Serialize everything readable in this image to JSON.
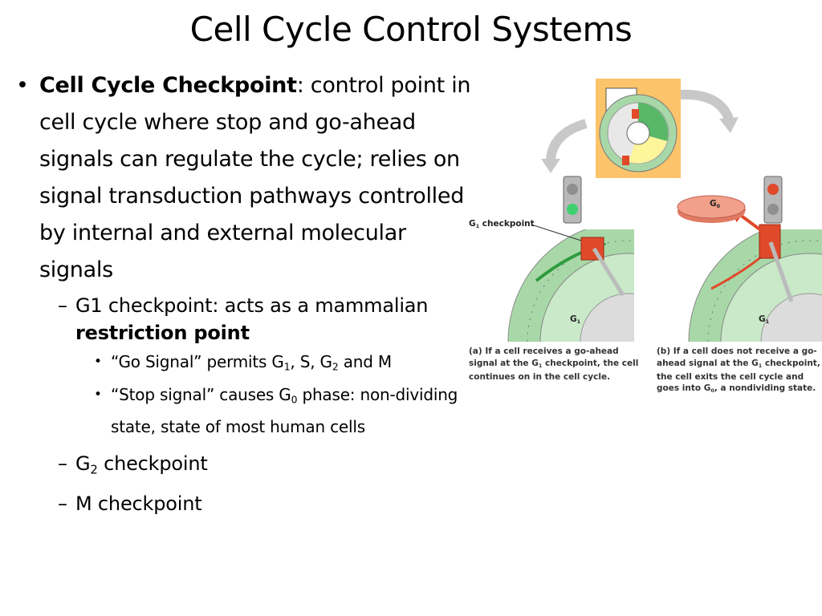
{
  "slide": {
    "title": "Cell Cycle Control Systems",
    "bullet": {
      "term": "Cell Cycle Checkpoint",
      "definition": ": control point in cell cycle where stop and go-ahead signals can regulate the cycle; relies on signal transduction pathways controlled by internal and external molecular signals"
    },
    "g1_checkpoint": {
      "text": "G1 checkpoint: acts as a mammalian ",
      "bold": "restriction point",
      "go_signal": {
        "pre": "“Go Signal” permits G",
        "s1": "1",
        "mid": ", S, G",
        "s2": "2",
        "post": " and M"
      },
      "stop_signal": {
        "pre": "“Stop signal” causes G",
        "s0": "0",
        "post": " phase: non-dividing state, state of most human cells"
      }
    },
    "g2_checkpoint": {
      "pre": "G",
      "sub": "2",
      "post": " checkpoint"
    },
    "m_checkpoint": "M checkpoint"
  },
  "figure": {
    "label_g1_checkpoint": {
      "pre": "G",
      "sub": "1",
      "post": " checkpoint"
    },
    "label_g0": {
      "pre": "G",
      "sub": "0"
    },
    "label_g1_left": {
      "pre": "G",
      "sub": "1"
    },
    "label_g1_right": {
      "pre": "G",
      "sub": "1"
    },
    "caption_a": {
      "pre": "(a) If a cell receives a go-ahead signal at the G",
      "sub": "1",
      "post": " checkpoint, the cell continues on in the cell cycle."
    },
    "caption_b": {
      "pre": "(b) If a cell does not receive a go-ahead signal at the G",
      "sub1": "1",
      "mid": " checkpoint, the cell exits the cell cycle and goes into G",
      "sub0": "0",
      "post": ", a nondividing state."
    }
  },
  "colors": {
    "ring_green": "#a8d8a8",
    "dark_green": "#2e9b3e",
    "checkpoint_red": "#e04a2a",
    "g0_disc": "#f2a08a",
    "inset_bg": "#fbc36a",
    "arrow_gray": "#c8c8c8",
    "nucleus_gray": "#dcdcdc"
  }
}
